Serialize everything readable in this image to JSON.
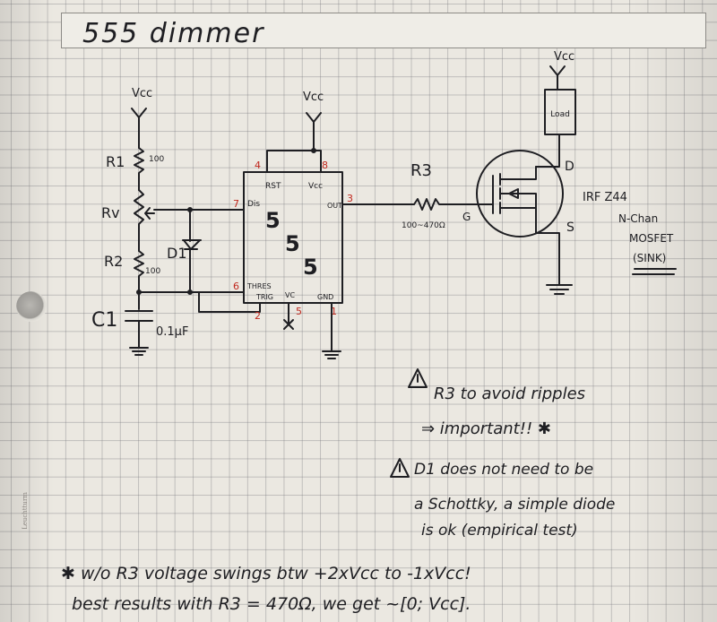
{
  "title": "555 dimmer",
  "vcc_labels": [
    "Vcc",
    "Vcc",
    "Vcc"
  ],
  "components": {
    "r1": "R1",
    "r1_value": "100",
    "rv": "Rv",
    "r2": "R2",
    "r2_value": "100",
    "d1": "D1",
    "c1": "C1",
    "c1_value": "0.1µF",
    "r3": "R3",
    "r3_value": "100~470Ω",
    "ic_text": [
      "5",
      "5",
      "5"
    ],
    "load": "Load",
    "mosfet": [
      "IRF Z44",
      "N-Chan",
      "MOSFET",
      "(SINK)"
    ],
    "mosfet_pins": {
      "d": "D",
      "g": "G",
      "s": "S"
    }
  },
  "pins": {
    "rst": "RST",
    "vcc": "Vcc",
    "dis": "Dis",
    "out": "OUT",
    "thres": "THRES",
    "trig": "TRIG",
    "vc": "VC",
    "gnd": "GND",
    "numbers": [
      "4",
      "8",
      "7",
      "3",
      "6",
      "2",
      "5",
      "1"
    ]
  },
  "notes": {
    "note1_l1": "R3 to avoid ripples",
    "note1_l2": "⇒ important!! ✱",
    "note2_l1": "D1 does not need to be",
    "note2_l2": "a Schottky, a simple diode",
    "note2_l3": "is ok (empirical test)",
    "foot_l1": "✱ w/o R3 voltage swings btw +2xVcc to -1xVcc!",
    "foot_l2": "best results with R3 = 470Ω, we get ~[0; Vcc]."
  },
  "colors": {
    "ink": "#1e1e22",
    "pin_numbers": "#c0281e",
    "paper": "#ebe8e1",
    "grid": "#8a8a90"
  }
}
